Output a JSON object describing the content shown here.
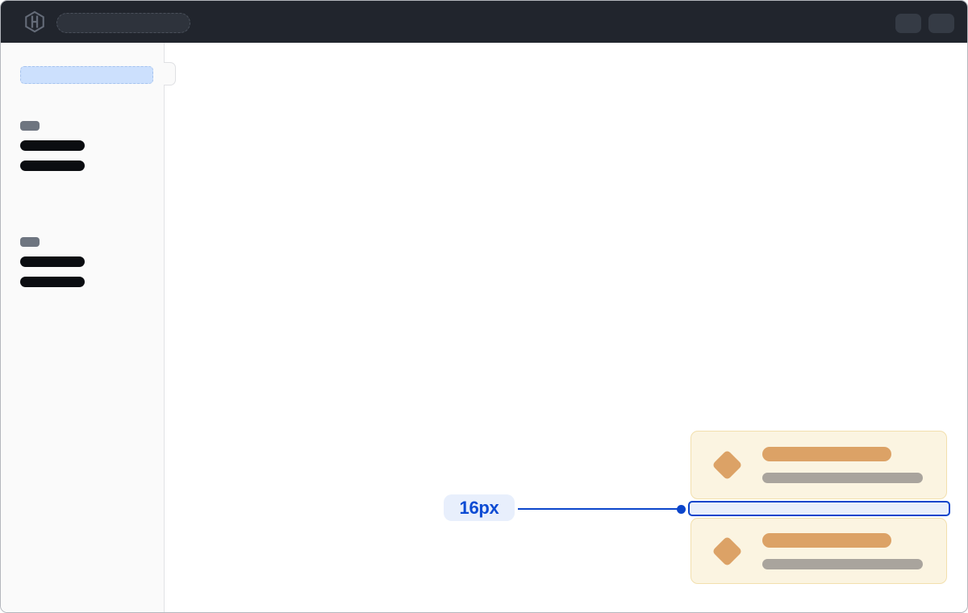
{
  "annotation": {
    "gap_label": "16px",
    "accent": "#0b45cb",
    "label_bg": "#e8effc",
    "label_text_color": "#0d4bd3"
  },
  "navbar": {
    "logo_icon": "hashicorp-logo-icon",
    "skeleton_search": true,
    "skeleton_buttons": 2
  },
  "sidebar": {
    "active_item_skeleton": 1,
    "groups": [
      {
        "section_label_skeleton": 1,
        "item_skeletons": 2
      },
      {
        "section_label_skeleton": 1,
        "item_skeletons": 2
      }
    ]
  },
  "cards": [
    {
      "icon": "diamond-icon",
      "title_skeleton": true,
      "subtitle_skeleton": true
    },
    {
      "icon": "diamond-icon",
      "title_skeleton": true,
      "subtitle_skeleton": true
    }
  ],
  "colors": {
    "navbar_bg": "#21252d",
    "navbar_skeleton": "#2e333c",
    "navbar_button": "#353b45",
    "window_border": "#b4b7bd",
    "sidebar_bg": "#fafafa",
    "sidebar_border": "#e1e2e5",
    "active_item": "#cce0fd",
    "section_label": "#6e7580",
    "nav_item": "#0b0d11",
    "card_bg": "#fbf4e1",
    "card_border": "#f2dfad",
    "card_accent": "#dca266",
    "card_muted": "#a9a49d",
    "annotation_accent": "#0b45cb",
    "annotation_label_bg": "#e8effc",
    "annotation_text": "#0d4bd3",
    "logo_color": "#646b78"
  }
}
